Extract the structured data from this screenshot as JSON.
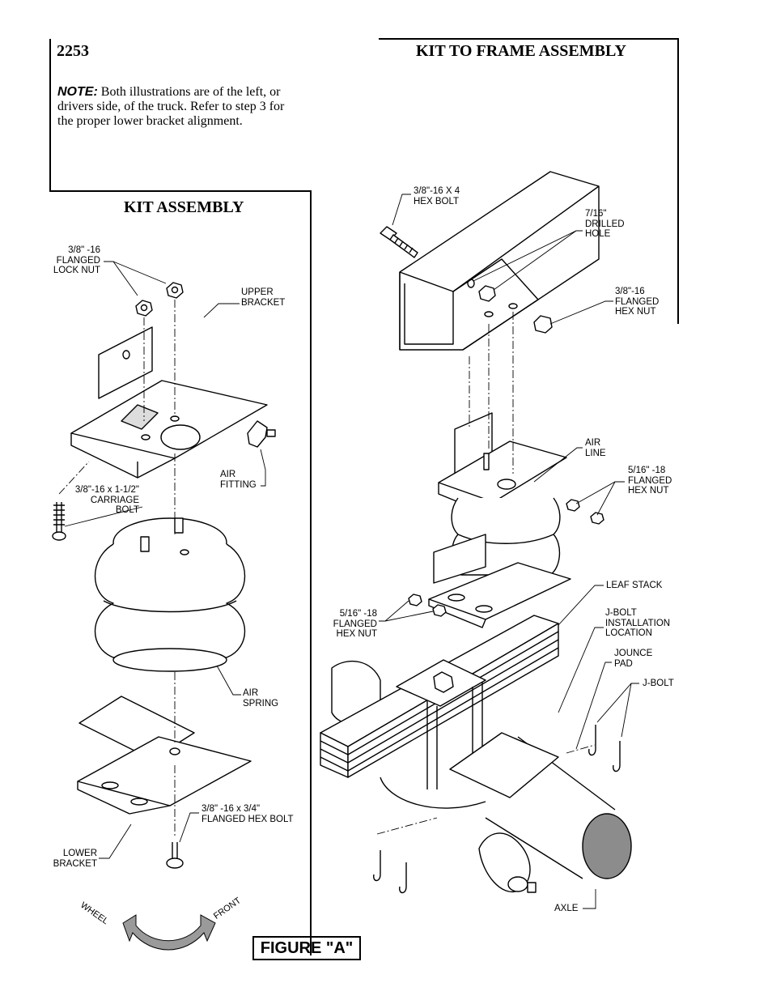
{
  "part_number": "2253",
  "titles": {
    "kit_to_frame": "KIT TO FRAME ASSEMBLY",
    "kit_assembly": "KIT ASSEMBLY",
    "figure": "FIGURE \"A\""
  },
  "note": {
    "label": "NOTE:",
    "text": "Both illustrations are of the left, or drivers side, of the truck.  Refer to step 3 for the proper lower bracket alignment."
  },
  "kit_assembly_labels": {
    "lock_nut": "3/8\" -16\nFLANGED\nLOCK NUT",
    "upper_bracket": "UPPER\nBRACKET",
    "air_fitting": "AIR\nFITTING",
    "carriage_bolt": "3/8\"-16 x 1-1/2\"\nCARRIAGE\nBOLT",
    "air_spring": "AIR\nSPRING",
    "flanged_hex_bolt": "3/8\" -16 x 3/4\"\nFLANGED HEX BOLT",
    "lower_bracket": "LOWER\nBRACKET"
  },
  "frame_assembly_labels": {
    "hex_bolt": "3/8\"-16 X 4\nHEX BOLT",
    "drilled_hole": "7/16\"\nDRILLED\nHOLE",
    "hex_nut_38": "3/8\"-16\nFLANGED\nHEX NUT",
    "air_line": "AIR\nLINE",
    "hex_nut_516_right": "5/16\" -18\nFLANGED\nHEX NUT",
    "leaf_stack": "LEAF STACK",
    "hex_nut_516_left": "5/16\" -18\nFLANGED\nHEX NUT",
    "jbolt_location": "J-BOLT\nINSTALLATION\nLOCATION",
    "jounce_pad": "JOUNCE\nPAD",
    "jbolt": "J-BOLT",
    "axle": "AXLE"
  },
  "direction": {
    "wheel": "WHEEL",
    "front": "FRONT"
  },
  "colors": {
    "ink": "#000000",
    "arrow_gray": "#9a9a9a",
    "axle_end": "#8c8c8c"
  }
}
